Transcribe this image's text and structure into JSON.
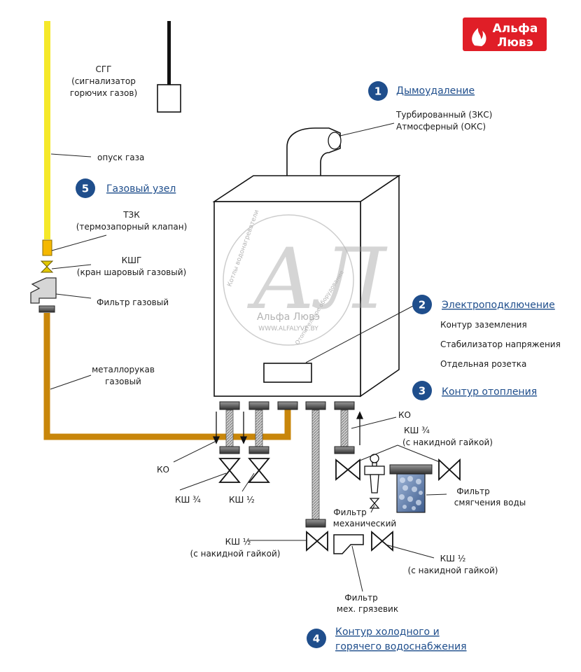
{
  "colors": {
    "gas_pipe": "#f5e82a",
    "flex_hose": "#c8860a",
    "accent_blue": "#1f4e8c",
    "logo_red": "#e01e27"
  },
  "logo": {
    "line1": "Альфа",
    "line2": "Лювэ"
  },
  "watermark": {
    "top_arc": "Котлы водонагреватели",
    "name": "Альфа Лювэ",
    "url": "WWW.ALFALYVE.BY",
    "bottom_arc": "Отопительное оборудование"
  },
  "sections": [
    {
      "num": "1",
      "title": "Дымоудаление"
    },
    {
      "num": "2",
      "title": "Электроподключение"
    },
    {
      "num": "3",
      "title": "Контур отопления"
    },
    {
      "num": "4",
      "title_line1": "Контур холодного и",
      "title_line2": "горячего водоснабжения"
    },
    {
      "num": "5",
      "title": "Газовый узел"
    }
  ],
  "labels": {
    "sgg_l1": "СГГ",
    "sgg_l2": "(сигнализатор",
    "sgg_l3": "горючих газов)",
    "gas_drop": "опуск газа",
    "tzk_l1": "ТЗК",
    "tzk_l2": "(термозапорный клапан)",
    "kshg_l1": "КШГ",
    "kshg_l2": "(кран шаровый газовый)",
    "gas_filter": "Фильтр газовый",
    "hose_l1": "металлорукав",
    "hose_l2": "газовый",
    "flue_l1": "Турбированный (ЗКС)",
    "flue_l2": "Атмосферный (ОКС)",
    "electric_items": [
      "Контур заземления",
      "Стабилизатор напряжения",
      "Отдельная розетка"
    ],
    "ko_left": "КО",
    "ko_right": "КО",
    "ksh34_left": "КШ ¾",
    "ksh12_left": "КШ ½",
    "ksh34_right_l1": "КШ ¾",
    "ksh34_right_l2": "(с накидной гайкой)",
    "soft_filter_l1": "Фильтр",
    "soft_filter_l2": "смягчения воды",
    "mech_filter_l1": "Фильтр",
    "mech_filter_l2": "механический",
    "ksh12_bottom_left_l1": "КШ ½",
    "ksh12_bottom_left_l2": "(с накидной гайкой)",
    "ksh12_bottom_right_l1": "КШ ½",
    "ksh12_bottom_right_l2": "(с накидной гайкой)",
    "mud_filter_l1": "Фильтр",
    "mud_filter_l2": "мех. грязевик"
  }
}
